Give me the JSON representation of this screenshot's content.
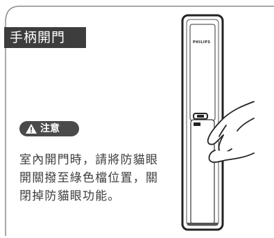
{
  "title": "手柄開門",
  "caution_label": "注意",
  "description": "室內開門時，請將防貓眼開關撥至綠色檔位置，關閉掉防貓眼功能。",
  "brand": "PHILIPS",
  "icons": {
    "warning": "warning-triangle-icon"
  },
  "colors": {
    "tag_background": "#3d3d3d",
    "text": "#3d3d3d",
    "badge": "#4a4a4a"
  }
}
